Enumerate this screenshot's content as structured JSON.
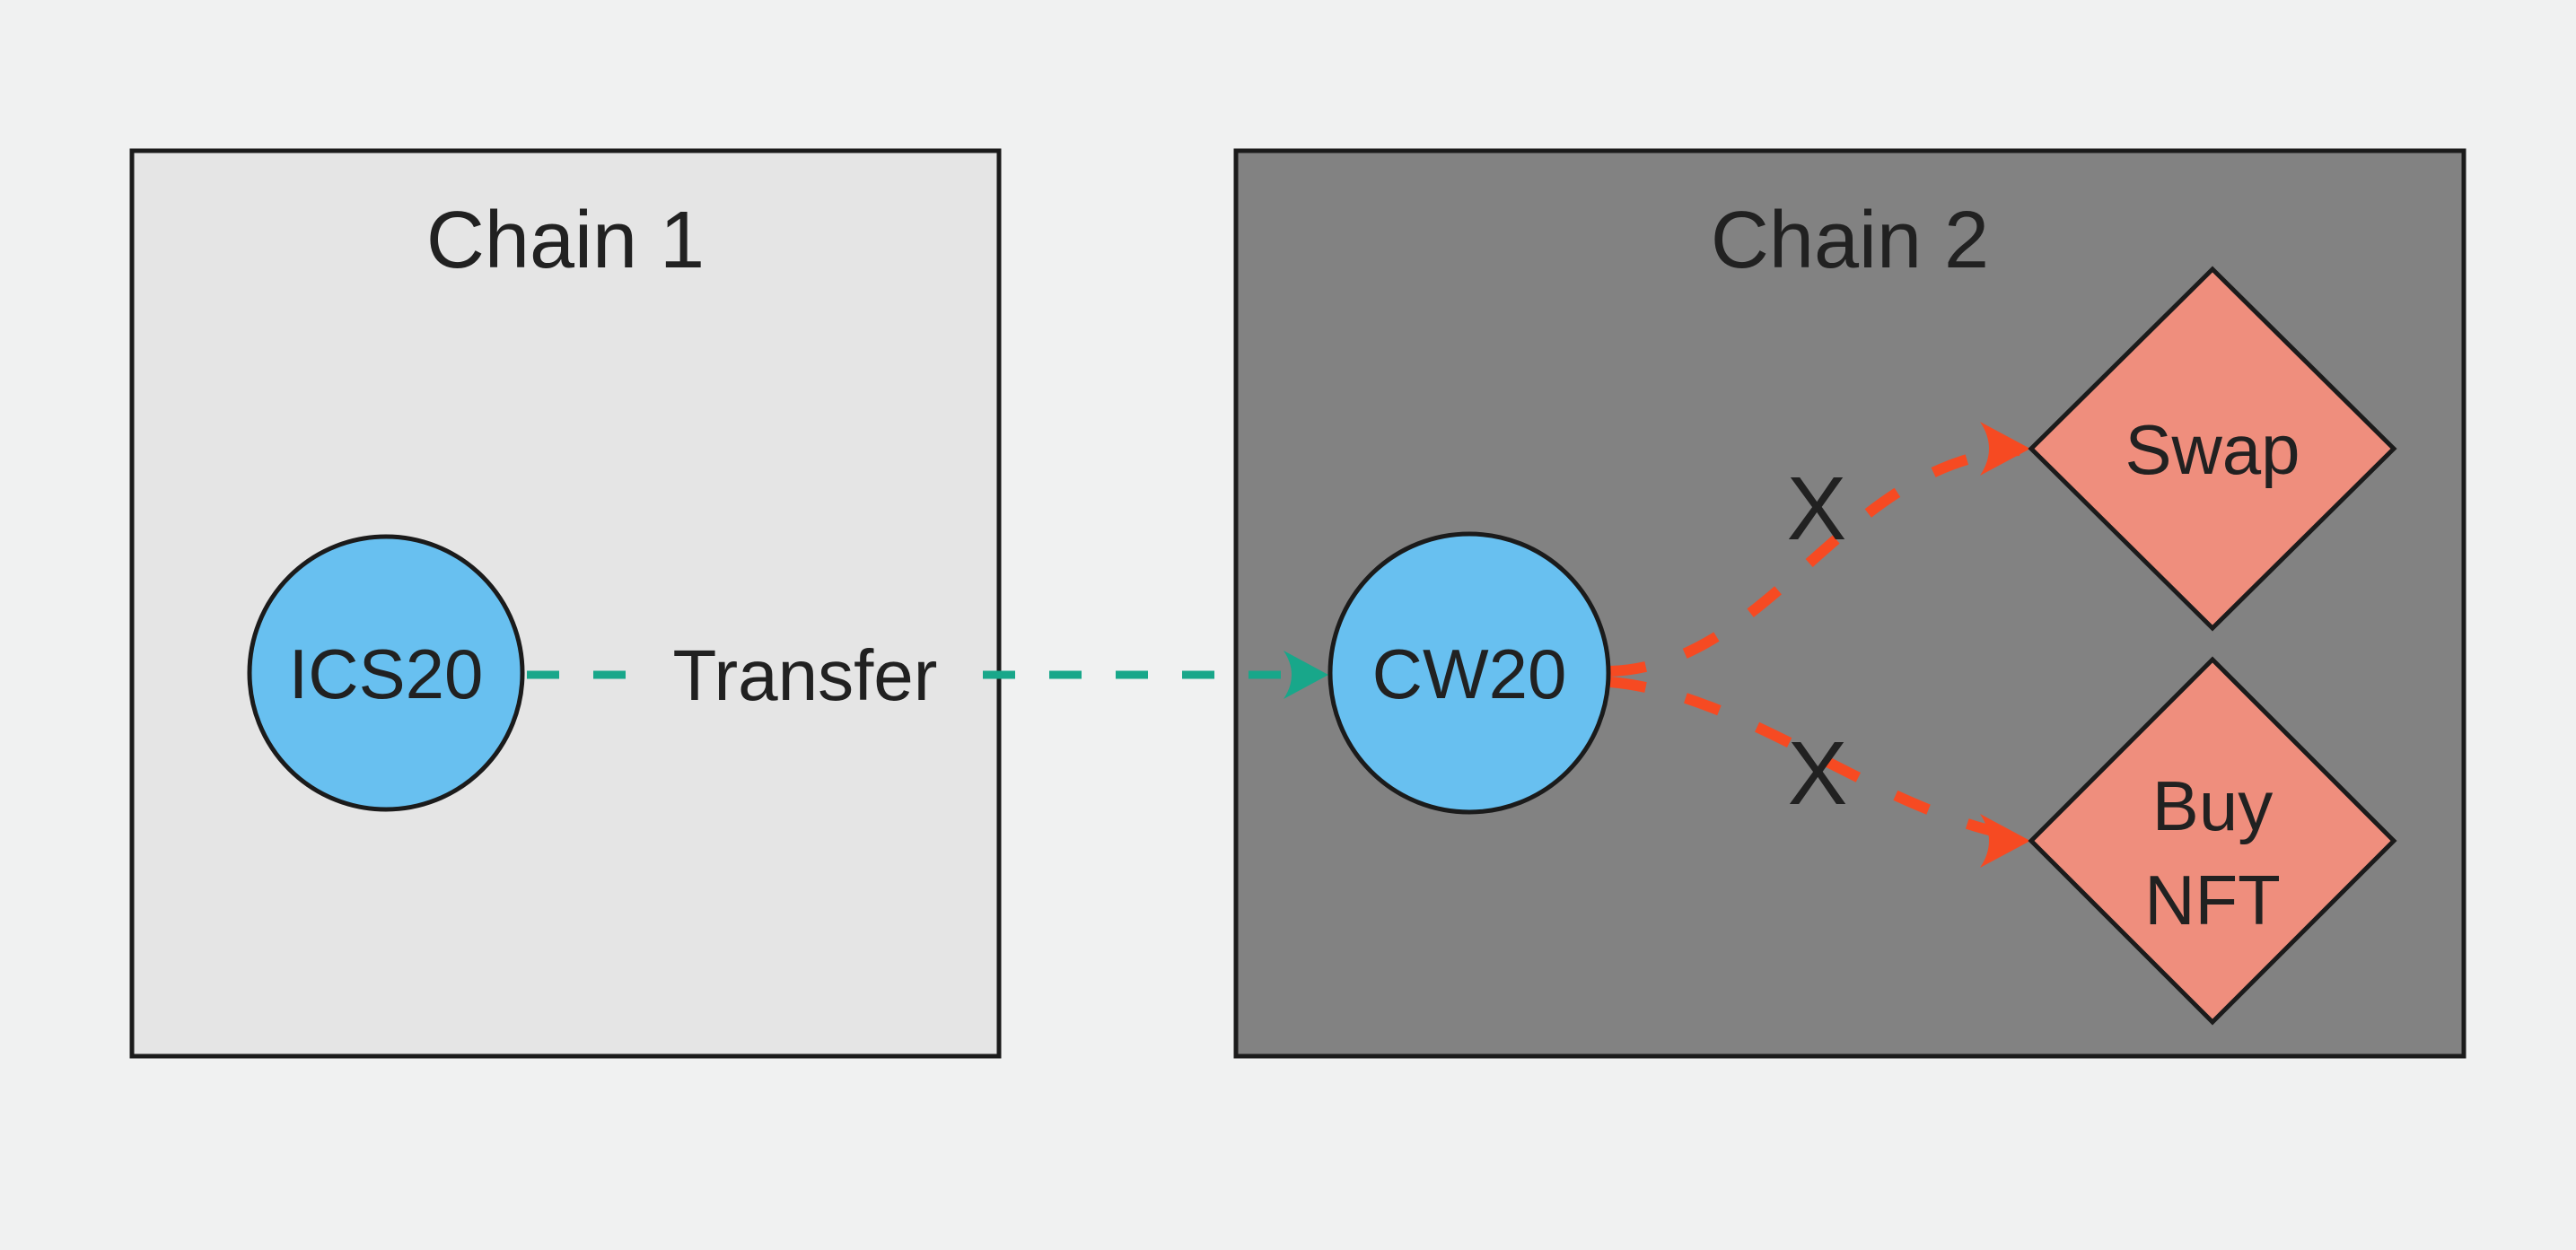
{
  "diagram": {
    "chain1": {
      "title": "Chain 1",
      "node_label": "ICS20"
    },
    "chain2": {
      "title": "Chain 2",
      "node_label": "CW20",
      "action_swap_label": "Swap",
      "action_buy_nft_line1": "Buy",
      "action_buy_nft_line2": "NFT"
    },
    "transfer_label": "Transfer",
    "blocked_marker": "X"
  },
  "colors": {
    "background": "#f0f1f1",
    "chain1_fill": "#e5e5e5",
    "chain2_fill": "#828282",
    "node_fill": "#68c0f0",
    "action_fill": "#ef8e7d",
    "transfer_accent": "#18a78a",
    "blocked_accent": "#f64a22",
    "border": "#1b1b1b",
    "text": "#212121"
  }
}
